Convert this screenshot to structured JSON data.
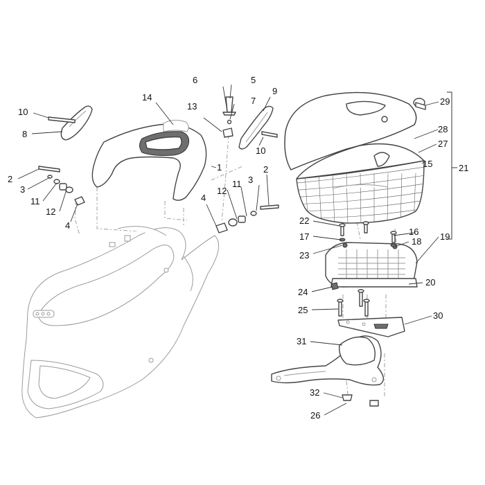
{
  "diagram": {
    "labels": {
      "l1": "1",
      "l2a": "2",
      "l2b": "2",
      "l3a": "3",
      "l3b": "3",
      "l4a": "4",
      "l4b": "4",
      "l5": "5",
      "l6": "6",
      "l7": "7",
      "l8": "8",
      "l9": "9",
      "l10a": "10",
      "l10b": "10",
      "l11a": "11",
      "l11b": "11",
      "l12a": "12",
      "l12b": "12",
      "l13": "13",
      "l14": "14",
      "l15": "15",
      "l16": "16",
      "l17": "17",
      "l18": "18",
      "l19": "19",
      "l20": "20",
      "l21": "21",
      "l22": "22",
      "l23": "23",
      "l24": "24",
      "l25": "25",
      "l26": "26",
      "l27": "27",
      "l28": "28",
      "l29": "29",
      "l30": "30",
      "l31": "31",
      "l32": "32"
    }
  }
}
